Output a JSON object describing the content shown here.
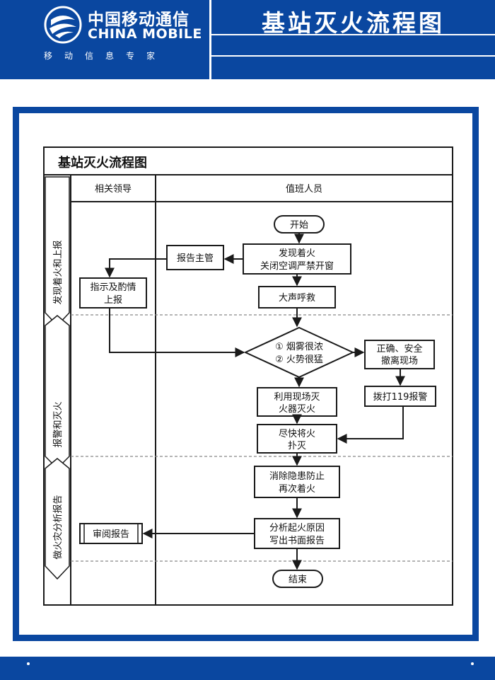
{
  "header": {
    "brand_cn": "中国移动通信",
    "brand_en": "CHINA MOBILE",
    "slogan": "移动信息专家",
    "title": "基站灭火流程图"
  },
  "flowchart": {
    "title": "基站灭火流程图",
    "lanes": {
      "leader": "相关领导",
      "staff": "值班人员"
    },
    "phases": [
      "发现着火和上报",
      "报警和灭火",
      "做火灾分析报告"
    ],
    "nodes": {
      "start": "开始",
      "discover_l1": "发现着火",
      "discover_l2": "关闭空调严禁开窗",
      "report_supervisor": "报告主管",
      "instruct_l1": "指示及酌情",
      "instruct_l2": "上报",
      "shout": "大声呼救",
      "decision_l1": "① 烟雾很浓",
      "decision_l2": "② 火势很猛",
      "evacuate_l1": "正确、安全",
      "evacuate_l2": "撤离现场",
      "call119": "拨打119报警",
      "extinguisher_l1": "利用现场灭",
      "extinguisher_l2": "火器灭火",
      "putout_l1": "尽快将火",
      "putout_l2": "扑灭",
      "eliminate_l1": "消除隐患防止",
      "eliminate_l2": "再次着火",
      "analyze_l1": "分析起火原因",
      "analyze_l2": "写出书面报告",
      "review": "审阅报告",
      "end": "结束"
    }
  },
  "colors": {
    "brand_blue": "#0a47a0",
    "line": "#1a1a1a",
    "dashed": "#888888"
  }
}
